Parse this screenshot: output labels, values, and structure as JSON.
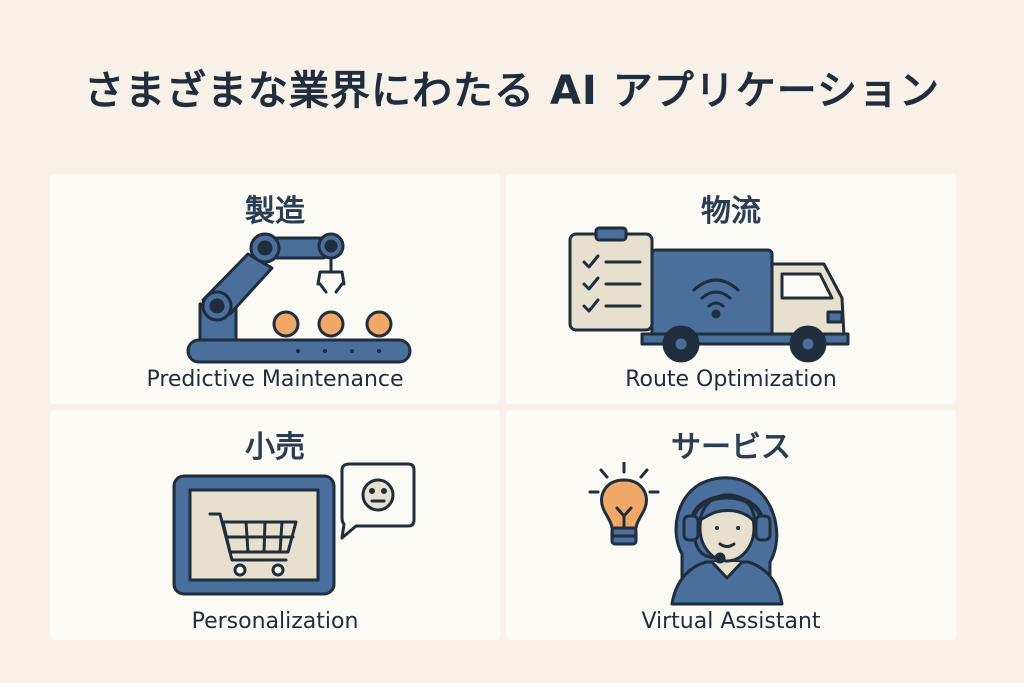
{
  "page": {
    "title": "さまざまな業界にわたる AI アプリケーション"
  },
  "cards": [
    {
      "title": "製造",
      "label": "Predictive Maintenance",
      "icon": "robot-arm-conveyor-icon"
    },
    {
      "title": "物流",
      "label": "Route Optimization",
      "icon": "clipboard-truck-icon"
    },
    {
      "title": "小売",
      "label": "Personalization",
      "icon": "tablet-cart-icon"
    },
    {
      "title": "サービス",
      "label": "Virtual Assistant",
      "icon": "headset-agent-icon"
    }
  ],
  "colors": {
    "background": "#f7f1e8",
    "card": "#fcfaf5",
    "primary_blue": "#4a6f9c",
    "dark_outline": "#1f2d3d",
    "accent_orange": "#f0a868",
    "beige": "#e8e0cf"
  }
}
